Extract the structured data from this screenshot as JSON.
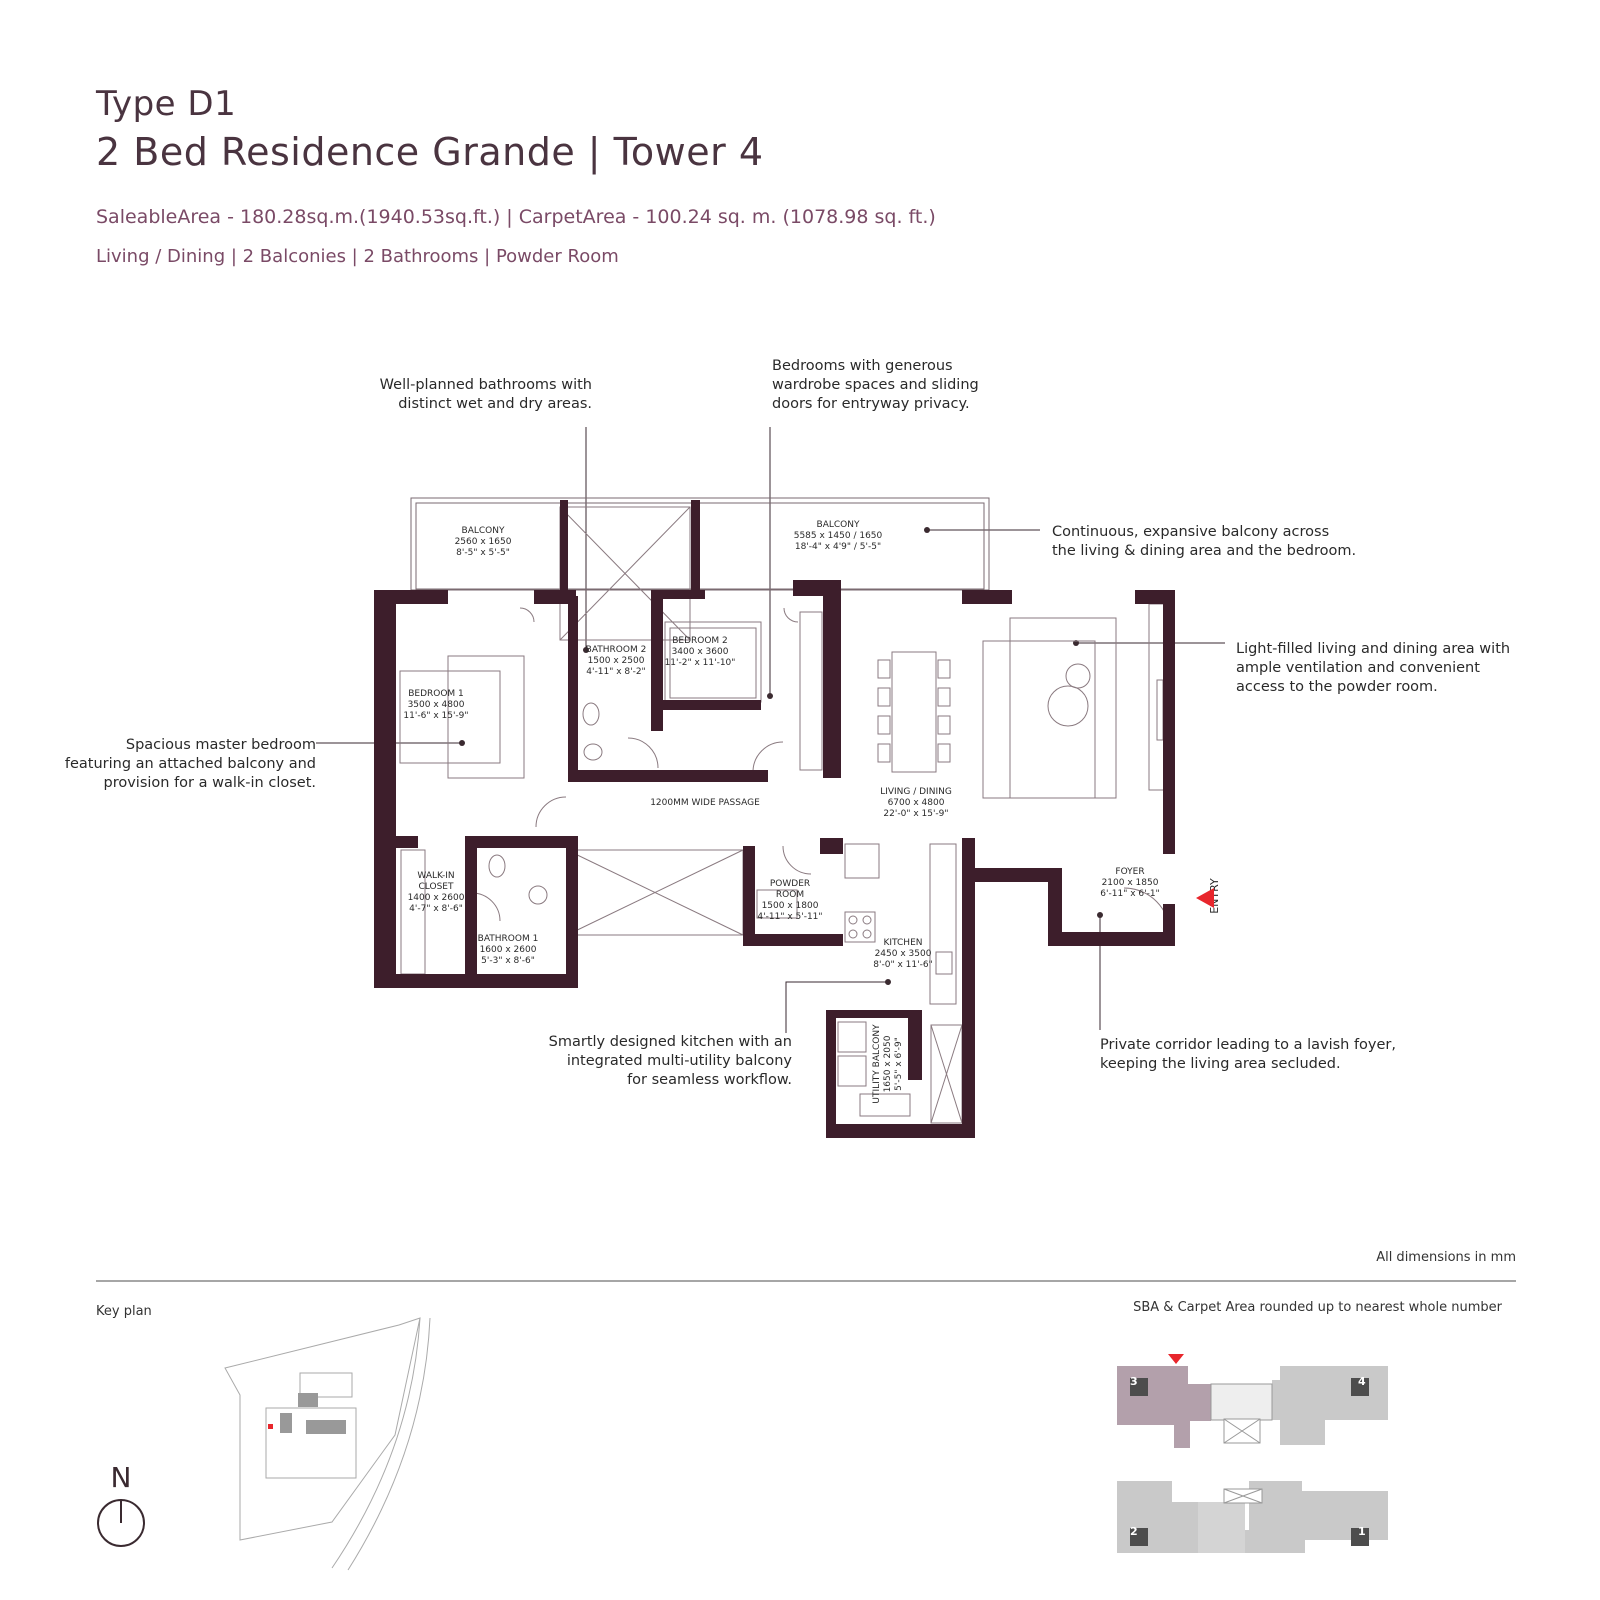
{
  "header": {
    "type_label": "Type D1",
    "title": "2 Bed Residence Grande | Tower 4",
    "area_line": "SaleableArea - 180.28sq.m.(1940.53sq.ft.) | CarpetArea - 100.24 sq. m. (1078.98 sq. ft.)",
    "features_line": "Living / Dining | 2 Balconies | 2 Bathrooms | Powder Room"
  },
  "callouts": {
    "bathrooms": [
      "Well-planned bathrooms with",
      "distinct wet and dry areas."
    ],
    "bedrooms": [
      "Bedrooms with generous",
      "wardrobe spaces and sliding",
      "doors for entryway privacy."
    ],
    "balcony": [
      "Continuous, expansive balcony across",
      "the living & dining area and the bedroom."
    ],
    "living": [
      "Light-filled living and dining area with",
      "ample ventilation and convenient",
      "access to the powder room."
    ],
    "master": [
      "Spacious master bedroom",
      "featuring an attached balcony and",
      "provision for a walk-in closet."
    ],
    "kitchen": [
      "Smartly designed kitchen with an",
      "integrated multi-utility balcony",
      "for seamless workflow."
    ],
    "corridor": [
      "Private corridor leading to a lavish foyer,",
      "keeping the living area secluded."
    ]
  },
  "rooms": {
    "balcony1": [
      "BALCONY",
      "2560 x 1650",
      "8'-5\" x 5'-5\""
    ],
    "balcony2": [
      "BALCONY",
      "5585 x 1450 / 1650",
      "18'-4\" x 4'9\" / 5'-5\""
    ],
    "bathroom2": [
      "BATHROOM 2",
      "1500 x 2500",
      "4'-11\" x 8'-2\""
    ],
    "bedroom2": [
      "BEDROOM 2",
      "3400 x 3600",
      "11'-2\" x 11'-10\""
    ],
    "bedroom1": [
      "BEDROOM 1",
      "3500 x 4800",
      "11'-6\" x 15'-9\""
    ],
    "passage": "1200MM WIDE PASSAGE",
    "living": [
      "LIVING / DINING",
      "6700 x 4800",
      "22'-0\" x 15'-9\""
    ],
    "walkin": [
      "WALK-IN",
      "CLOSET",
      "1400 x 2600",
      "4'-7\" x 8'-6\""
    ],
    "bathroom1": [
      "BATHROOM 1",
      "1600 x 2600",
      "5'-3\" x 8'-6\""
    ],
    "powder": [
      "POWDER",
      "ROOM",
      "1500 x 1800",
      "4'-11\" x 5'-11\""
    ],
    "kitchen": [
      "KITCHEN",
      "2450 x 3500",
      "8'-0\" x 11'-6\""
    ],
    "foyer": [
      "FOYER",
      "2100 x 1850",
      "6'-11\" x 6'-1\""
    ],
    "utility": [
      "UTILITY BALCONY",
      "1650 x 2050",
      "5'-5\" x 6'-9\""
    ],
    "entry": "ENTRY"
  },
  "footer": {
    "dimensions_note": "All dimensions in mm",
    "key_plan": "Key plan",
    "rounding_note": "SBA & Carpet Area rounded up to nearest whole number",
    "north": "N",
    "tower_numbers": [
      "3",
      "4",
      "2",
      "1"
    ]
  },
  "colors": {
    "wall": "#3d1e2b",
    "title": "#4a3440",
    "accent_text": "#7a4a66",
    "entry_red": "#e8262c",
    "highlight_tower": "#b3a0ab",
    "other_tower": "#c9c9c9"
  }
}
